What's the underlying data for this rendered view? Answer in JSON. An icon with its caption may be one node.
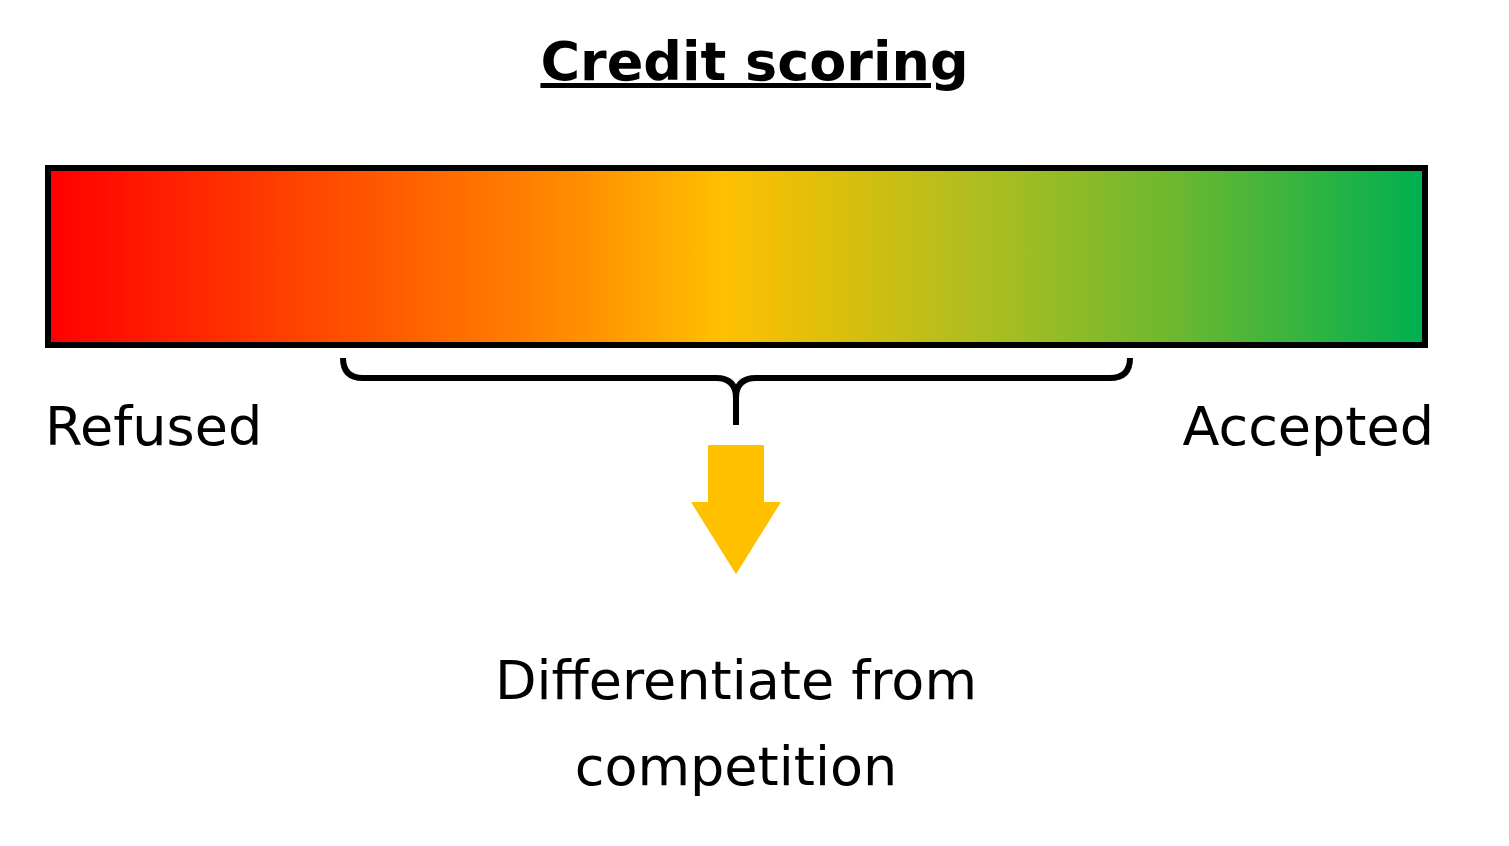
{
  "diagram": {
    "title": "Credit scoring",
    "nodes": [
      {
        "text": [],
        "shape": "bar"
      },
      {
        "text": [
          "Differentiate from competition"
        ]
      }
    ],
    "edges": [
      {
        "from": null,
        "to": 1,
        "arrow": "to",
        "color": "#ffc000"
      }
    ],
    "labels": [
      "Refused",
      "Accepted"
    ]
  }
}
